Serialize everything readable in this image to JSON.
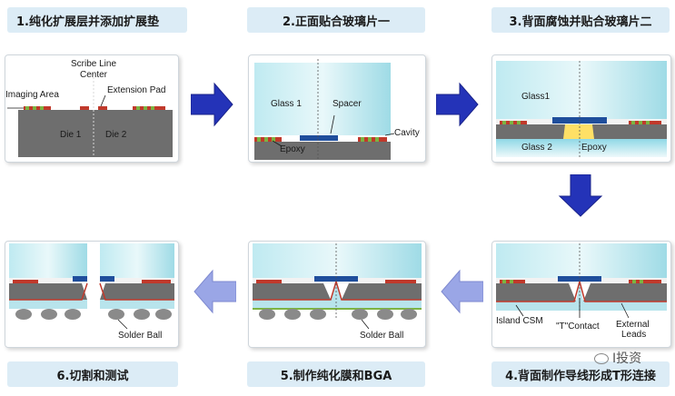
{
  "steps": {
    "s1": {
      "title": "1.纯化扩展层并添加扩展垫"
    },
    "s2": {
      "title": "2.正面贴合玻璃片一"
    },
    "s3": {
      "title": "3.背面腐蚀并贴合玻璃片二"
    },
    "s4": {
      "title": "4.背面制作导线形成T形连接"
    },
    "s5": {
      "title": "5.制作纯化膜和BGA"
    },
    "s6": {
      "title": "6.切割和测试"
    }
  },
  "labels": {
    "scribe_line": "Scribe Line",
    "center": "Center",
    "imaging_area": "Imaging Area",
    "extension_pad": "Extension Pad",
    "die1": "Die 1",
    "die2": "Die 2",
    "glass1_p2": "Glass 1",
    "spacer": "Spacer",
    "cavity": "Cavity",
    "epoxy_p2": "Epoxy",
    "glass1_p3": "Glass1",
    "glass2": "Glass 2",
    "epoxy_p3": "Epoxy",
    "island_csm": "Island CSM",
    "t_contact": "\"T\"Contact",
    "external": "External",
    "leads": "Leads",
    "solder_ball_p5": "Solder Ball",
    "solder_ball_p6": "Solder Ball"
  },
  "watermark": "I投资",
  "colors": {
    "die": "#6e6e6e",
    "glass_top": "#9fe0ea",
    "glass_bottom": "#e6f6f8",
    "pad_red": "#c0392b",
    "pad_green": "#7cb342",
    "spacer_blue": "#1f4e9c",
    "arrow_dark": "#2433b8",
    "arrow_light": "#9aa6e6",
    "title_bg": "#dcecf6"
  }
}
